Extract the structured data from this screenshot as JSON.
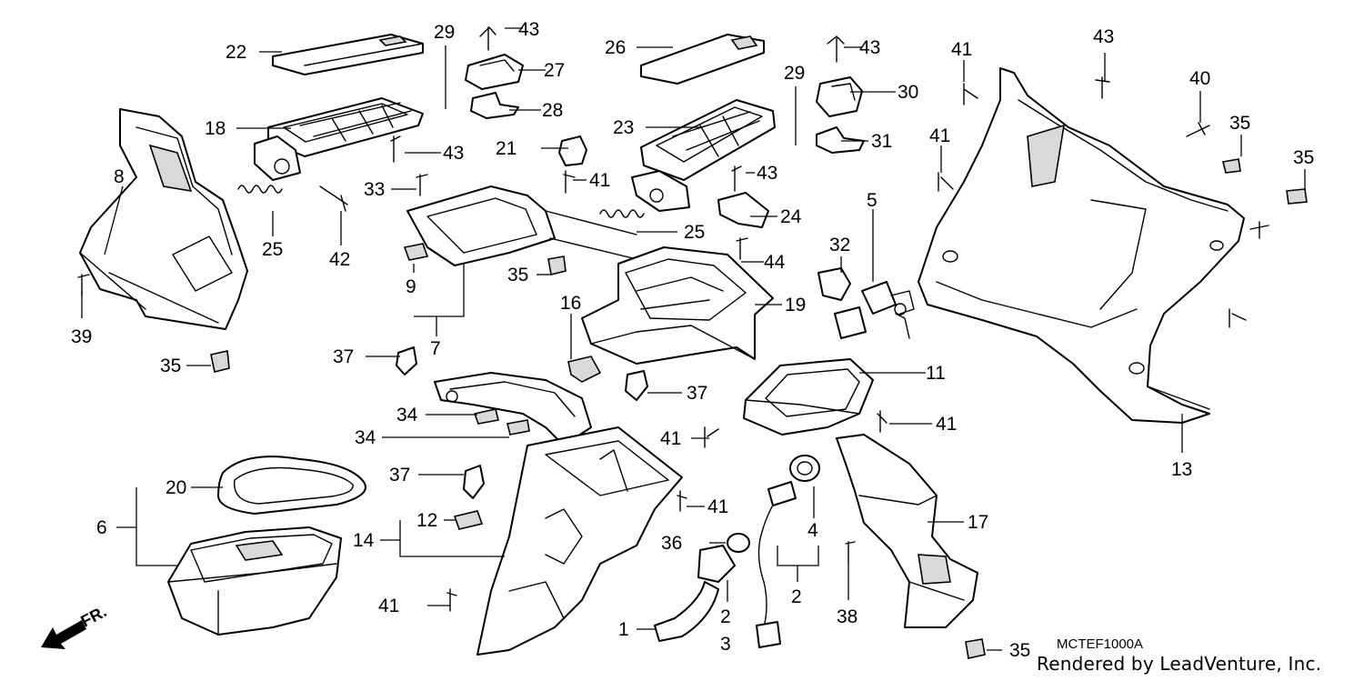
{
  "diagram": {
    "code": "MCTEF1000A",
    "credit": "Rendered by LeadVenture, Inc.",
    "direction_label": "FR.",
    "callouts": [
      "22",
      "29",
      "43",
      "27",
      "26",
      "43",
      "41",
      "43",
      "28",
      "18",
      "30",
      "40",
      "35",
      "21",
      "23",
      "8",
      "43",
      "29",
      "41",
      "31",
      "35",
      "33",
      "41",
      "43",
      "42",
      "25",
      "25",
      "24",
      "44",
      "5",
      "32",
      "9",
      "35",
      "19",
      "7",
      "16",
      "39",
      "37",
      "35",
      "11",
      "37",
      "34",
      "41",
      "41",
      "34",
      "13",
      "37",
      "20",
      "41",
      "17",
      "6",
      "12",
      "14",
      "36",
      "4",
      "41",
      "2",
      "1",
      "2",
      "38",
      "3",
      "35"
    ]
  }
}
